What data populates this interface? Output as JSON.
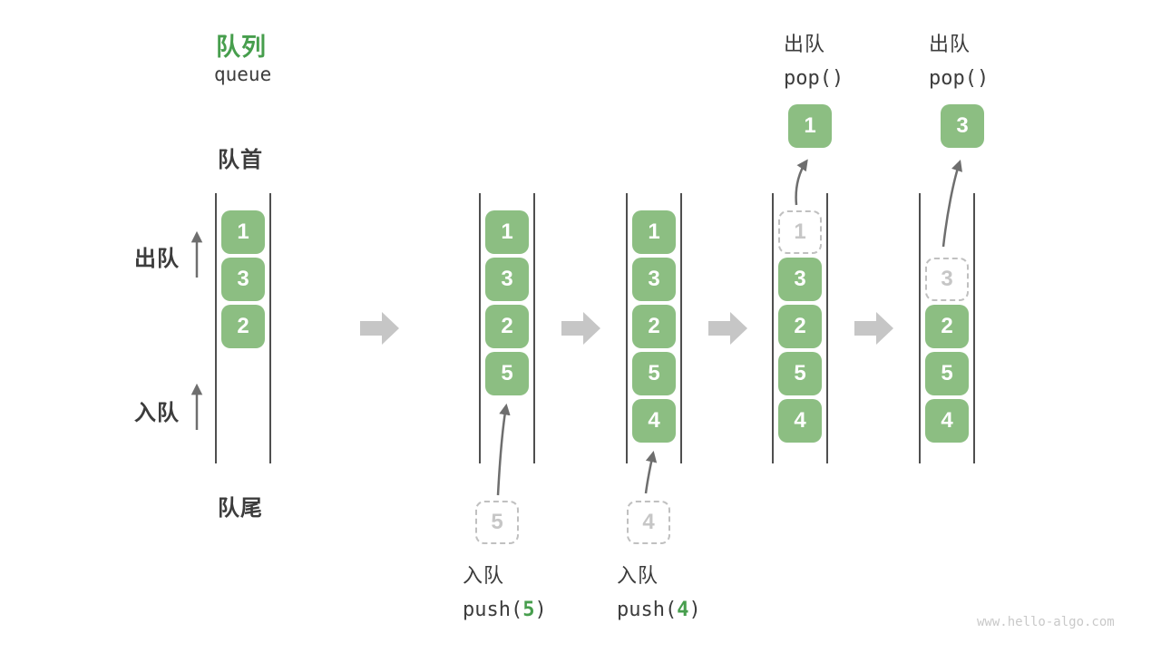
{
  "title": {
    "cn": "队列",
    "en": "queue"
  },
  "side_labels": {
    "front": "队首",
    "rear": "队尾",
    "dequeue": "出队",
    "enqueue": "入队"
  },
  "stage1": {
    "slots": [
      "1",
      "3",
      "2"
    ]
  },
  "stage2": {
    "slots": [
      "1",
      "3",
      "2",
      "5"
    ],
    "pending": "5",
    "op_cn": "入队",
    "op_fn": "push(",
    "op_arg": "5",
    "op_end": ")"
  },
  "stage3": {
    "slots": [
      "1",
      "3",
      "2",
      "5",
      "4"
    ],
    "pending": "4",
    "op_cn": "入队",
    "op_fn": "push(",
    "op_arg": "4",
    "op_end": ")"
  },
  "stage4": {
    "ghost": "1",
    "slots": [
      "3",
      "2",
      "5",
      "4"
    ],
    "popped": "1",
    "op_cn": "出队",
    "op_fn": "pop()"
  },
  "stage5": {
    "ghost": "3",
    "slots": [
      "2",
      "5",
      "4"
    ],
    "popped": "3",
    "op_cn": "出队",
    "op_fn": "pop()"
  },
  "watermark": "www.hello-algo.com",
  "colors": {
    "green_box": "#8CBE82",
    "green_text": "#479E4D",
    "dark_text": "#3C3C3C",
    "gray_arrow": "#6E6E6E",
    "block_arrow": "#C6C6C6",
    "dashed_border": "#C0C0C0",
    "dashed_text": "#C6C6C6",
    "line_color": "#4F4F4F",
    "watermark": "#C9C9C9"
  }
}
